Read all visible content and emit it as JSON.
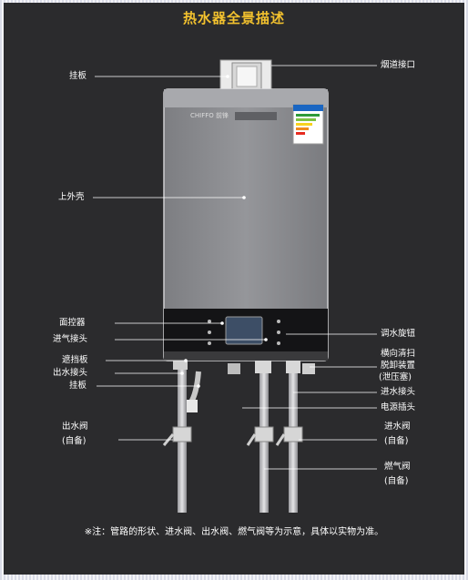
{
  "title": "热水器全景描述",
  "brand": "CHIFFO 前锋",
  "left_labels": {
    "hanger_top": "挂板",
    "outer_shell": "上外壳",
    "control_panel": "面控器",
    "gas_inlet": "进气接头",
    "shield_plate": "遮挡板",
    "water_outlet": "出水接头",
    "hanger_bottom": "挂板",
    "outlet_valve": "出水阀",
    "outlet_valve_note": "(自备)"
  },
  "right_labels": {
    "flue_interface": "烟道接口",
    "water_knob": "调水旋钮",
    "cleaning_device_1": "横向清扫",
    "cleaning_device_2": "脱卸装置",
    "cleaning_device_3": "(泄压塞)",
    "water_inlet": "进水接头",
    "power_plug": "电源插头",
    "inlet_valve": "进水阀",
    "inlet_valve_note": "(自备)",
    "gas_valve": "燃气阀",
    "gas_valve_note": "(自备)"
  },
  "footnote": "※注：管路的形状、进水阀、出水阀、燃气阀等为示意，具体以实物为准。",
  "colors": {
    "background": "#2b2b2d",
    "title": "#f2c12e",
    "body": "#8e8f93",
    "text": "#ffffff"
  }
}
